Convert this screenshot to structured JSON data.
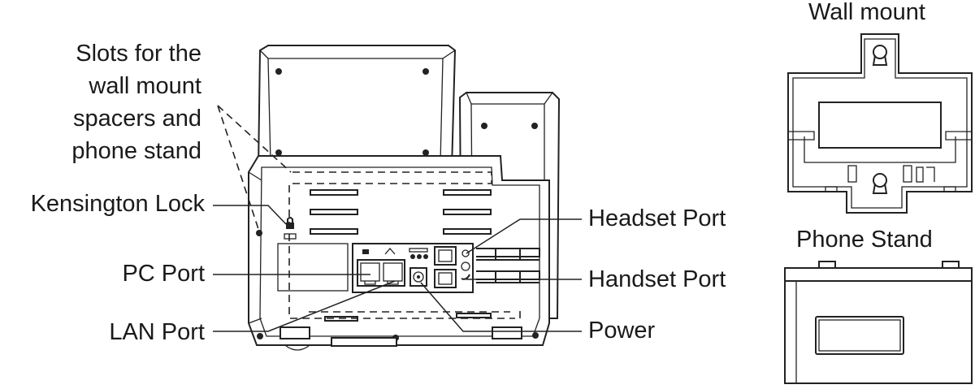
{
  "labels": {
    "slots": [
      "Slots for the",
      "wall mount",
      "spacers and",
      "phone stand"
    ],
    "kensington": "Kensington Lock",
    "pc_port": "PC Port",
    "lan_port": "LAN Port",
    "headset_port": "Headset Port",
    "handset_port": "Handset Port",
    "power": "Power",
    "wall_mount": "Wall mount",
    "phone_stand": "Phone Stand"
  }
}
